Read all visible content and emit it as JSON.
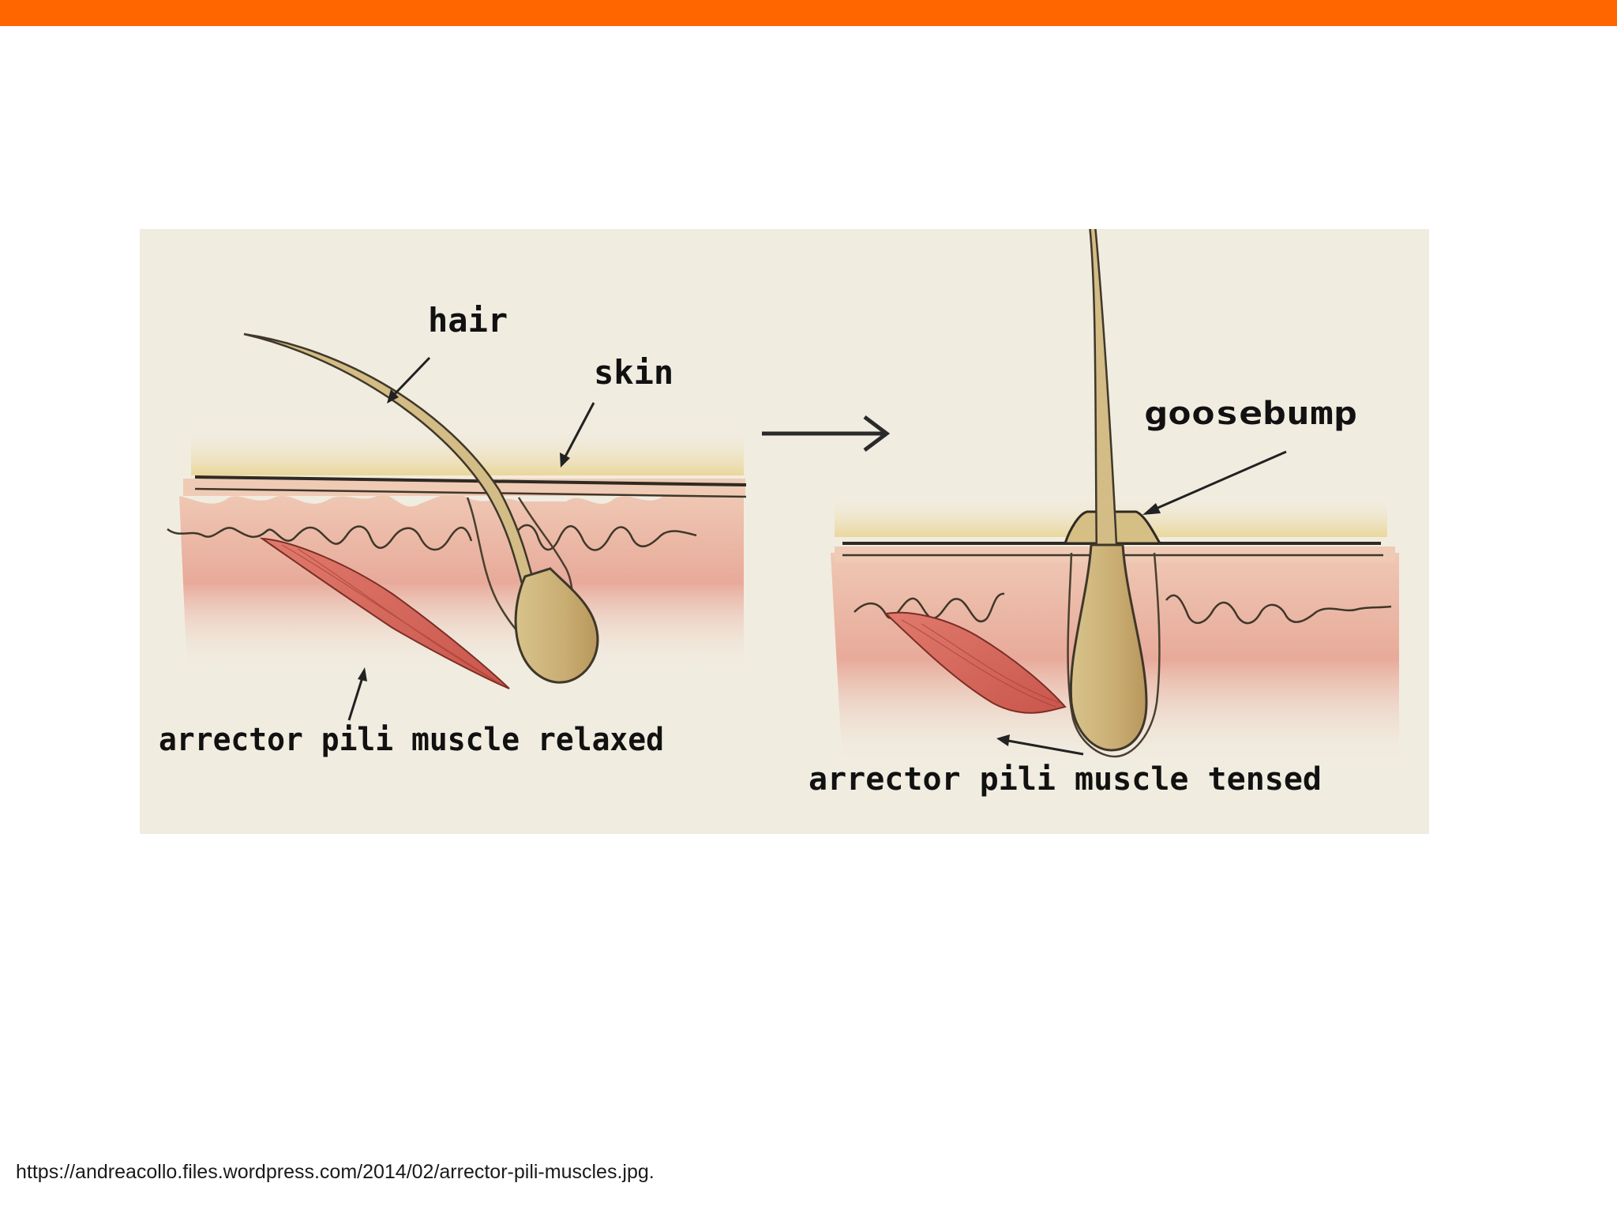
{
  "slide": {
    "accent_color": "#ff6600",
    "background_color": "#ffffff"
  },
  "figure": {
    "labels": {
      "hair": "hair",
      "skin": "skin",
      "goosebump": "goosebump",
      "relaxed": "arrector pili muscle relaxed",
      "tensed": "arrector pili muscle tensed"
    },
    "colors": {
      "paper": "#f1ece0",
      "skin_surface": "#e9d79a",
      "dermis": "#e9b0a0",
      "hair": "#cdb57e",
      "muscle": "#d9695e",
      "ink": "#2f2a22"
    }
  },
  "source": {
    "text": "https://andreacollo.files.wordpress.com/2014/02/arrector-pili-muscles.jpg."
  }
}
